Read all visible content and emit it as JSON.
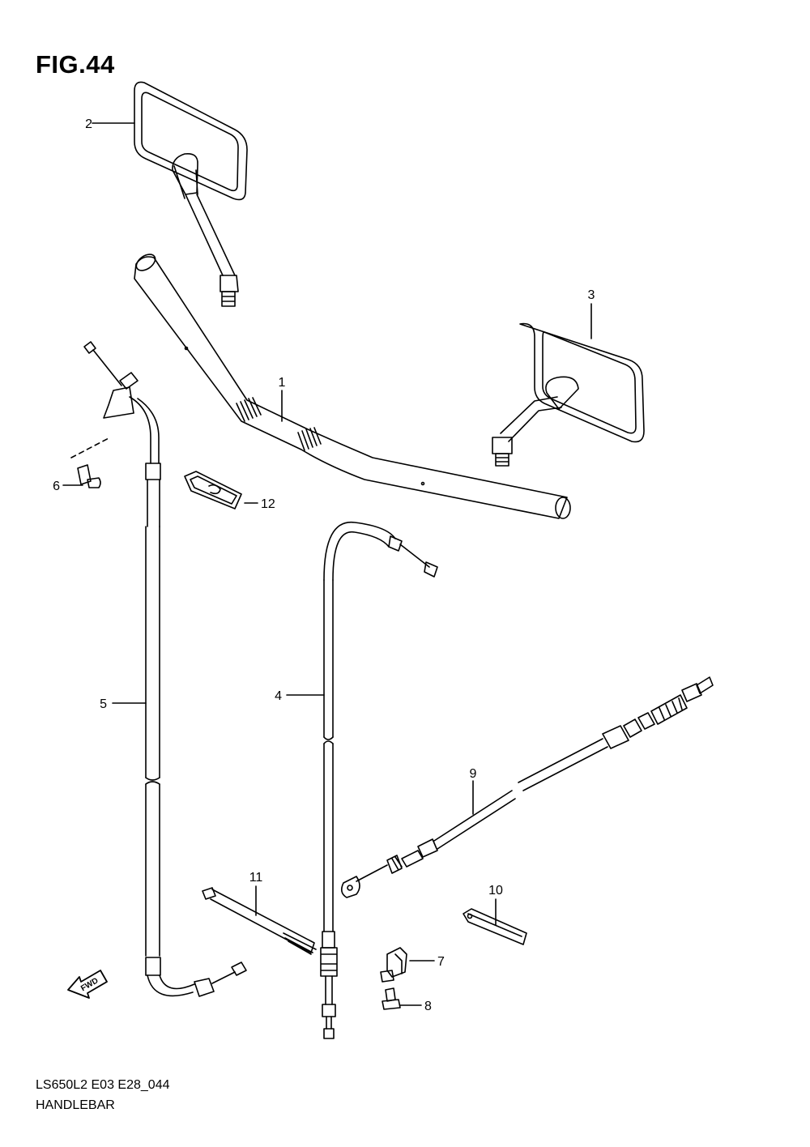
{
  "figure": {
    "title": "FIG.44"
  },
  "footer": {
    "model_code": "LS650L2 E03 E28_044",
    "part_name": "HANDLEBAR"
  },
  "fwd_arrow": {
    "label": "FWD"
  },
  "callouts": [
    "1",
    "2",
    "3",
    "4",
    "5",
    "6",
    "7",
    "8",
    "9",
    "10",
    "11",
    "12"
  ]
}
